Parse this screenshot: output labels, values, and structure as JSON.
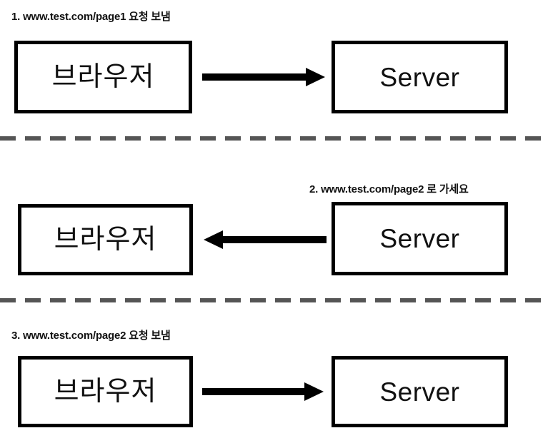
{
  "diagram": {
    "title": "Browser to Server redirect request flow",
    "background_color": "#ffffff",
    "box_border_color": "#000000",
    "arrow_color": "#000000",
    "separator_color": "#555555",
    "steps": [
      {
        "index": "1",
        "label": "1. www.test.com/page1 요청 보냄",
        "left_node": "브라우저",
        "right_node": "Server",
        "arrow_direction": "right"
      },
      {
        "index": "2",
        "label": "2. www.test.com/page2 로 가세요",
        "left_node": "브라우저",
        "right_node": "Server",
        "arrow_direction": "left"
      },
      {
        "index": "3",
        "label": "3. www.test.com/page2 요청 보냄",
        "left_node": "브라우저",
        "right_node": "Server",
        "arrow_direction": "right"
      }
    ],
    "separators": [
      {
        "style": "dashed",
        "color": "#555555"
      },
      {
        "style": "dashed",
        "color": "#555555"
      }
    ]
  }
}
